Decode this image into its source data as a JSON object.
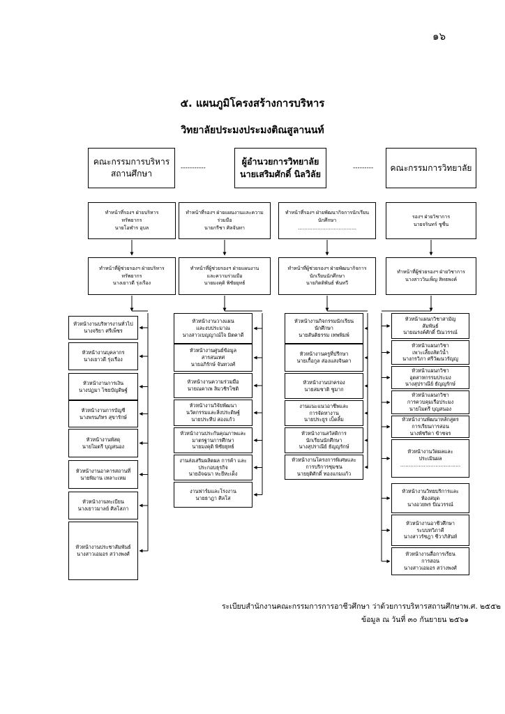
{
  "page_number": "๑๖",
  "title": "๕. แผนภูมิโครงสร้างการบริหาร",
  "subtitle": "วิทยาลัยประมงประมงติณสูลานนท์",
  "top": {
    "left": [
      "คณะกรรมการบริหาร",
      "สถานศึกษา"
    ],
    "center": [
      "ผู้อำนวยการวิทยาลัย",
      "นายเสริมศักดิ์  นิลวิลัย"
    ],
    "right": [
      "คณะกรรมการวิทยาลัย"
    ],
    "dash_left": "-----------",
    "dash_right": "---------"
  },
  "deputies": [
    [
      "ทำหน้าที่รองฯ ฝ่ายบริหาร",
      "ทรัพยากร",
      "นายโอฬาร  อุบล"
    ],
    [
      "ทำหน้าที่รองฯ ฝ่ายแผนงานและความ",
      "ร่วมมือ",
      "นายกรีชา  ศิลจันทา"
    ],
    [
      "ทำหน้าที่รองฯ ฝ่ายพัฒนากิจการนักเรียน",
      "นักศึกษา",
      "………………………………"
    ],
    [
      "รองฯ ฝ่ายวิชาการ",
      "นายจรินทร์  ชูชื่น"
    ]
  ],
  "assistants": [
    [
      "ทำหน้าที่ผู้ช่วยรองฯ ฝ่ายบริหาร",
      "ทรัพยากร",
      "นางเยาวดี  รุ่งเรือง"
    ],
    [
      "ทำหน้าที่ผู้ช่วยรองฯ ฝ่ายแผนงาน",
      "และความร่วมมือ",
      "นายมงคุดิ  พิชัยยุทธ์"
    ],
    [
      "ทำหน้าที่ผู้ช่วยรองฯ ฝ่ายพัฒนากิจการ",
      "นักเรียนนักศึกษา",
      "นายกิตติพันธ์  พันทวี"
    ],
    [
      "ทำหน้าที่ผู้ช่วยรองฯ ฝ่ายวิชาการ",
      "นางสาววินเพ็ญ  สิทธพงค์"
    ]
  ],
  "departments": [
    [
      [
        "หัวหน้างานบริหารงานทั่วไป",
        "นางจริยา  ศรีเพ็ชร"
      ],
      [
        "หัวหน้างานบุคลากร",
        "นางเยาวดี  รุ่งเรือง"
      ],
      [
        "หัวหน้างานการเงิน",
        "นางปฏมา  ไชยบัญดิษฐ์"
      ],
      [
        "หัวหน้างานการบัญชี",
        "นางพรนภัทร  สุขารักษ์"
      ],
      [
        "หัวหน้างานพัสดุ",
        "นายไมตรี  บุญสนอง"
      ],
      [
        "หัวหน้างานอาคารสถานที่",
        "นายพิมาน  เหลาะเหม"
      ],
      [
        "หัวหน้างานทะเบียน",
        "นางเยาวมาลย์  ศิลโสภา"
      ],
      [
        "หัวหน้างานประชาสัมพันธ์",
        "นางสาวเอมอร  สว่างพงศ์"
      ]
    ],
    [
      [
        "หัวหน้างานวางแผน",
        "และงบประมาณ",
        "นางสาวเบญญาณ์ใจ  มิตคาดี"
      ],
      [
        "หัวหน้างานศูนย์ข้อมูล",
        "สารสนเทศ",
        "นายอภิรักษ์  จันทวงศ์"
      ],
      [
        "หัวหน้างานความร่วมมือ",
        "นายณคาเพ  ลิมวชิรโชติ"
      ],
      [
        "หัวหน้างานวิจัยพัฒนา",
        "นวัตกรรมและสิ่งประดิษฐ์",
        "นายประทีป  สองแก้ว"
      ],
      [
        "หัวหน้างานประกันคุณภาพและ",
        "มาตรฐานการศึกษา",
        "นายมงคุดิ  พิชัยยุทธ์"
      ],
      [
        "งานส่งเสริมผลิตผล การค้า และ",
        "ประกอบธุรกิจ",
        "นายอัจฉนา  หะยีหะเด็ง"
      ],
      [
        "งานฟาร์มและโรงงาน",
        "นายธาฎา  ศิลโส"
      ]
    ],
    [
      [
        "หัวหน้างานกิจกรรมนักเรียน",
        "นักศึกษา",
        "นายสันติธรรม  เทพพิมพ์"
      ],
      [
        "หัวหน้างานครูที่ปรึกษา",
        "นายเกื้อกูล  ส่องแสงจินดา"
      ],
      [
        "หัวหน้างานปกครอง",
        "นายสมชาติ  ชูมาก"
      ],
      [
        "งานแนะแนวอาชีพและ",
        "การจัดหางาน",
        "นายประยูร  เบ็ดลิ้ม"
      ],
      [
        "หัวหน้างานสวัสดิการ",
        "นักเรียนนักศึกษา",
        "นางสุปราณีย์  ธัญญรักษ์"
      ],
      [
        "หัวหน้างานโครงการพิเศษและ",
        "การบริการชุมชน",
        "นายยุติศักดิ์  ทองแกมแก้ว"
      ]
    ],
    [
      [
        "หัวหน้าแผนกวิชาสามัญ",
        "สัมพันธ์",
        "นายณรงค์ศักดิ์  ปัณวรรณ์"
      ],
      [
        "หัวหน้าแผนกวิชา",
        "เพาะเลี้ยงสัตว์น้ำ",
        "นางกรวิภา  ศรีวัฒนวรัญญู"
      ],
      [
        "หัวหน้าแผนกวิชา",
        "อุตสาหกรรมประมง",
        "นางสุปราณีย์  ธัญญรักษ์"
      ],
      [
        "หัวหน้าแผนกวิชา",
        "การควบคุมเรือประมง",
        "นายไมตรี  บุญสนอง"
      ],
      [
        "หัวหน้างานพัฒนาหลักสูตร",
        "การเรียนการสอน",
        "นางพัชริดา  ข้าชจร"
      ],
      [
        "หัวหน้างานวัดผลและ",
        "ประเมินผล",
        "………………………………"
      ],
      [
        "หัวหน้างานวิทยบริการและ",
        "ห้องสมุด",
        "นางอวยพร  ปัณวรรณ์"
      ],
      [
        "หัวหน้างานอาชีวศึกษา",
        "ระบบทวิภาคี",
        "นางสาวรัชฎา  ชีวาภิสันท์"
      ],
      [
        "หัวหน้างานสื่อการเรียน",
        "การสอน",
        "นางสาวเอมอร  สว่างพงศ์"
      ]
    ]
  ],
  "footer": [
    "ระเบียบสำนักงานคณะกรรมการการอาชีวศึกษา ว่าด้วยการบริหารสถานศึกษาพ.ศ. ๒๕๕๒",
    "ข้อมูล  ณ  วันที่  ๓๐  กันยายน  ๒๕๖๑"
  ]
}
